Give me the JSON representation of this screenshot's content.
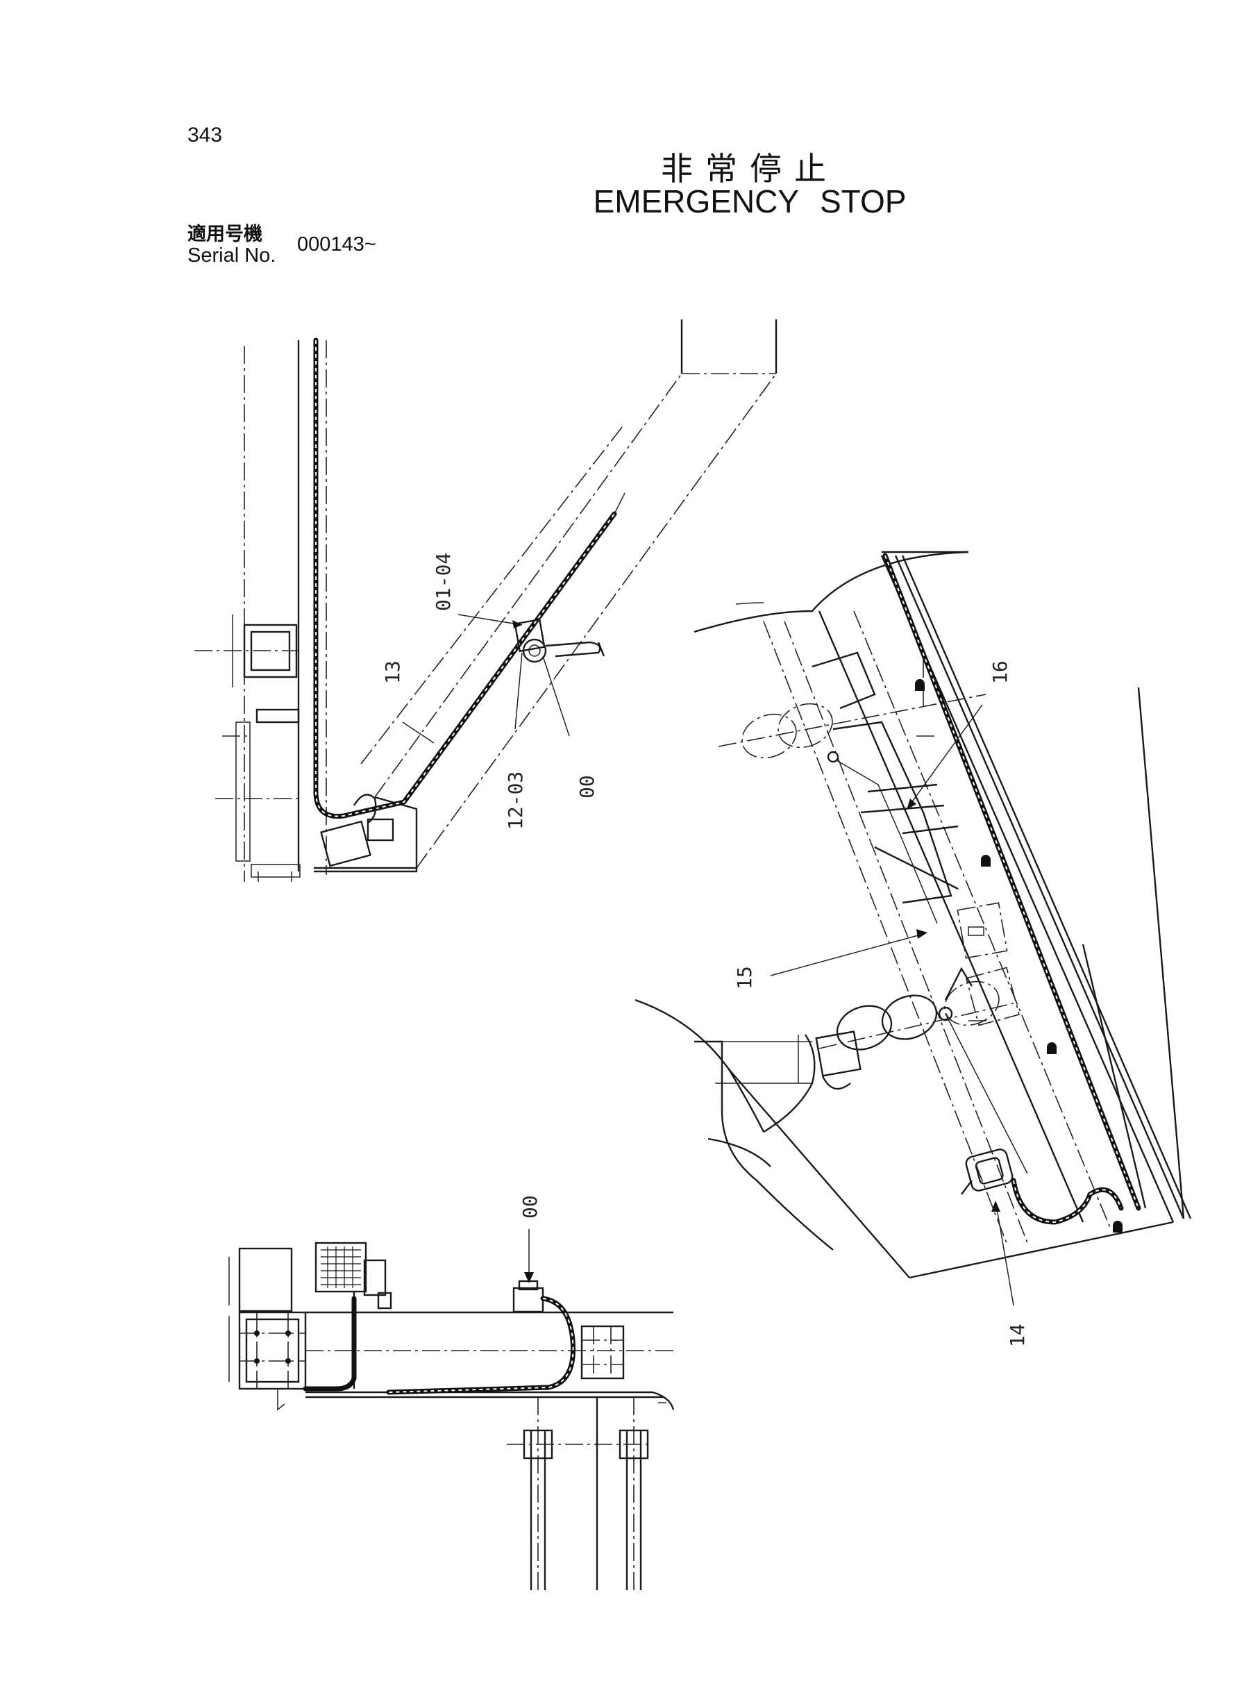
{
  "header": {
    "page_number": "343",
    "title_jp": "非常停止",
    "title_en": "EMERGENCY STOP",
    "serial_label_jp": "適用号機",
    "serial_label_en": "Serial No.",
    "serial_value": "000143~"
  },
  "callouts": {
    "top_view": {
      "c_01_04": "01-04",
      "c_13": "13",
      "c_12_03": "12-03",
      "c_00": "00"
    },
    "side_view": {
      "c_00": "00"
    },
    "right_view": {
      "c_16": "16",
      "c_15": "15",
      "c_14": "14"
    }
  }
}
